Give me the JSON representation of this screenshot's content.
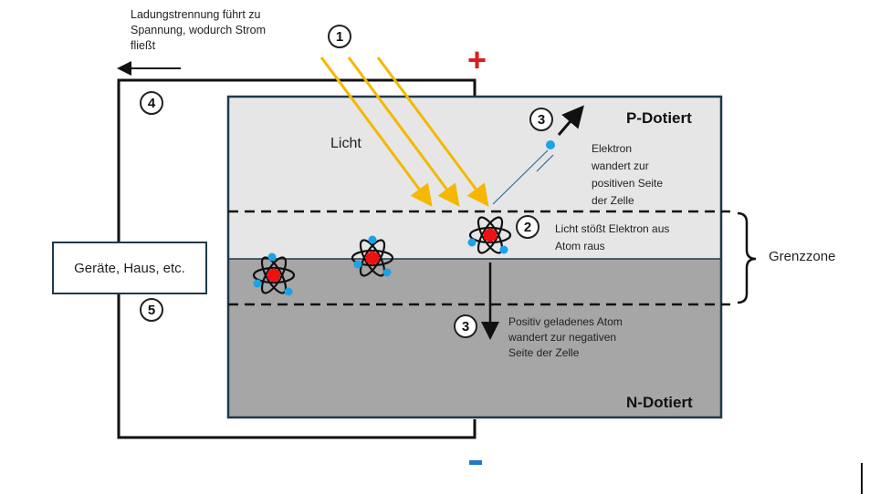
{
  "caption": {
    "line1": "Ladungstrennung führt zu",
    "line2": "Spannung, wodurch Strom",
    "line3": "fließt"
  },
  "markers": {
    "m1": "1",
    "m2": "2",
    "m3_top": "3",
    "m3_bottom": "3",
    "m4": "4",
    "m5": "5"
  },
  "labels": {
    "licht": "Licht",
    "p_dotiert": "P-Dotiert",
    "n_dotiert": "N-Dotiert",
    "grenzzone": "Grenzzone",
    "geraete": "Geräte, Haus, etc.",
    "plus": "+",
    "minus": "-"
  },
  "annotations": {
    "elektron": [
      "Elektron",
      "wandert zur",
      "positiven Seite",
      "der Zelle"
    ],
    "licht_stoesst": [
      "Licht stößt Elektron aus",
      "Atom raus"
    ],
    "positiv": [
      "Positiv geladenes Atom",
      "wandert zur negativen",
      "Seite der Zelle"
    ]
  },
  "colors": {
    "p_region": "#e6e6e6",
    "n_region": "#a6a6a6",
    "border": "#1f3a4a",
    "light_ray": "#f5b700",
    "plus": "#e01b1b",
    "minus": "#1f78c8",
    "electron": "#1aa3e8",
    "nucleus": "#ee1111"
  }
}
